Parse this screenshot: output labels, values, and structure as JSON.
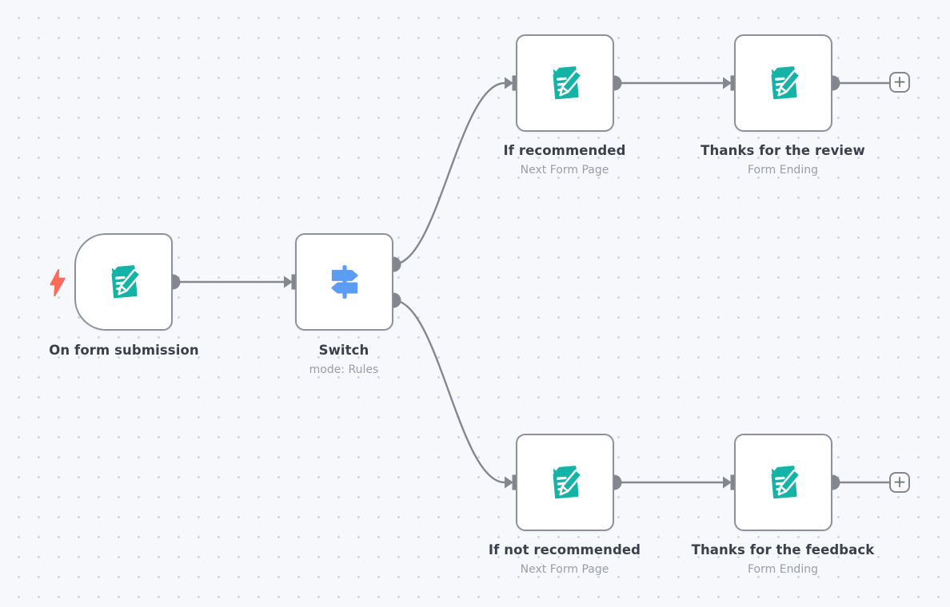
{
  "app": {
    "name": "workflow-canvas"
  },
  "colors": {
    "canvas_bg": "#f7f8fb",
    "grid_dot": "#cfd0da",
    "node_bg": "#ffffff",
    "node_border": "#8d919b",
    "connector_gray": "#84878f",
    "title_text": "#3b404b",
    "subtitle_text": "#9a9da7",
    "form_icon_teal": "#14b3a6",
    "switch_icon_blue": "#5b9cf5",
    "trigger_bolt_coral": "#ff6d5a"
  },
  "nodes": [
    {
      "id": "on-form-submission",
      "title": "On form submission",
      "subtitle": "",
      "icon": "form-trigger-icon"
    },
    {
      "id": "switch",
      "title": "Switch",
      "subtitle": "mode: Rules",
      "icon": "switch-icon"
    },
    {
      "id": "if-recommended",
      "title": "If recommended",
      "subtitle": "Next Form Page",
      "icon": "form-icon"
    },
    {
      "id": "thanks-review",
      "title": "Thanks for the review",
      "subtitle": "Form Ending",
      "icon": "form-icon"
    },
    {
      "id": "if-not-recommended",
      "title": "If not recommended",
      "subtitle": "Next Form Page",
      "icon": "form-icon"
    },
    {
      "id": "thanks-feedback",
      "title": "Thanks for the feedback",
      "subtitle": "Form Ending",
      "icon": "form-icon"
    }
  ],
  "add_node_label": "+"
}
